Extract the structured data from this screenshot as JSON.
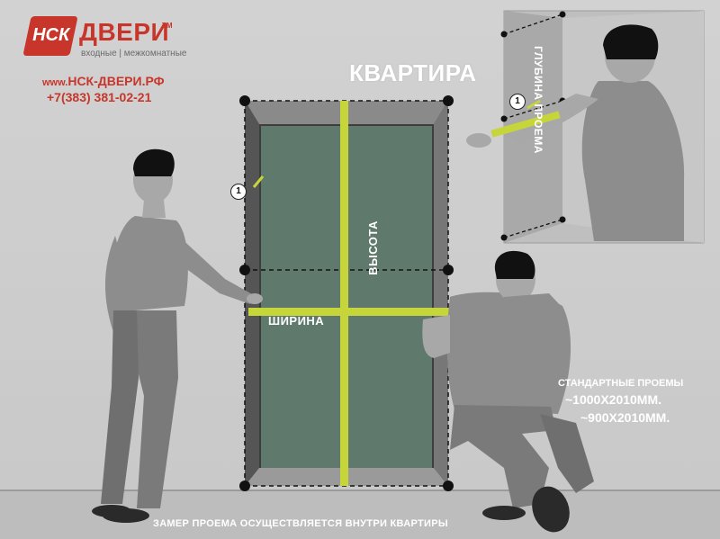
{
  "logo": {
    "mark": "НСК",
    "name": "ДВЕРИ",
    "tm": "ТМ",
    "subtitle": "входные | межкомнатные"
  },
  "contact": {
    "site_prefix": "www.",
    "site": "НСК-ДВЕРИ.РФ",
    "phone": "+7(383) 381-02-21"
  },
  "room_label": "КВАРТИРА",
  "labels": {
    "width": "ШИРИНА",
    "height": "ВЫСОТА",
    "depth": "ГЛУБИНА ПРОЕМА"
  },
  "callouts": {
    "left": "1",
    "inset": "1"
  },
  "standard": {
    "title": "СТАНДАРТНЫЕ ПРОЕМЫ",
    "size_1": "~1000Х2010ММ.",
    "size_2": "~900Х2010ММ."
  },
  "footer": "ЗАМЕР ПРОЕМА ОСУЩЕСТВЛЯЕТСЯ ВНУТРИ КВАРТИРЫ",
  "colors": {
    "brand": "#c8362b",
    "tape": "#c6d63a",
    "opening": "#5f7a6c",
    "frame": "#3a3a3a"
  }
}
